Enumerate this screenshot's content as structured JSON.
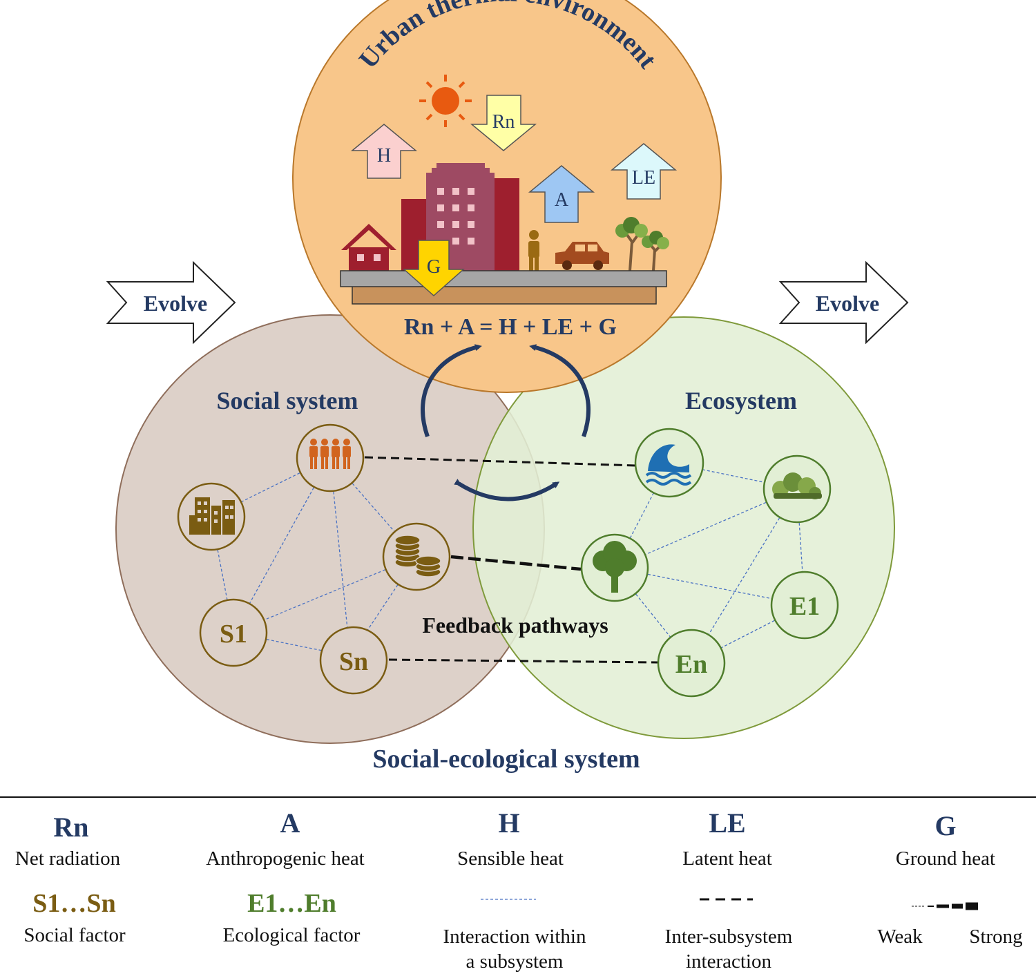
{
  "diagram": {
    "top_title": "Urban thermal environment",
    "equation": "Rn + A = H + LE + G",
    "social_title": "Social system",
    "eco_title": "Ecosystem",
    "bottom_title": "Social-ecological system",
    "feedback_label": "Feedback pathways",
    "evolve_left": "Evolve",
    "evolve_right": "Evolve",
    "arrows": {
      "rn": "Rn",
      "h": "H",
      "a": "A",
      "le": "LE",
      "g": "G"
    },
    "social_nodes": {
      "s1": "S1",
      "sn": "Sn"
    },
    "eco_nodes": {
      "e1": "E1",
      "en": "En"
    },
    "icons": [
      "people-icon",
      "buildings-icon",
      "coins-icon",
      "water-wave-icon",
      "shrub-icon",
      "tree-icon",
      "sun-icon",
      "house-icon",
      "person-icon",
      "car-icon"
    ]
  },
  "legend": {
    "rn": {
      "symbol": "Rn",
      "desc": "Net radiation"
    },
    "a": {
      "symbol": "A",
      "desc": "Anthropogenic heat"
    },
    "h": {
      "symbol": "H",
      "desc": "Sensible heat"
    },
    "le": {
      "symbol": "LE",
      "desc": "Latent heat"
    },
    "g": {
      "symbol": "G",
      "desc": "Ground heat"
    },
    "s": {
      "symbol": "S1…Sn",
      "desc": "Social factor"
    },
    "e": {
      "symbol": "E1…En",
      "desc": "Ecological factor"
    },
    "within": {
      "line1": "Interaction within",
      "line2": "a subsystem"
    },
    "inter": {
      "line1": "Inter-subsystem",
      "line2": "interaction"
    },
    "strength": {
      "weak": "Weak",
      "strong": "Strong"
    }
  },
  "colors": {
    "navy": "#243a63",
    "orange_fill": "#f8c68a",
    "social_fill": "#ddd1c9",
    "eco_fill": "#e2efd5",
    "social_icon": "#7a5c12",
    "eco_icon": "#4f7d2c",
    "people_icon": "#d1641e"
  }
}
